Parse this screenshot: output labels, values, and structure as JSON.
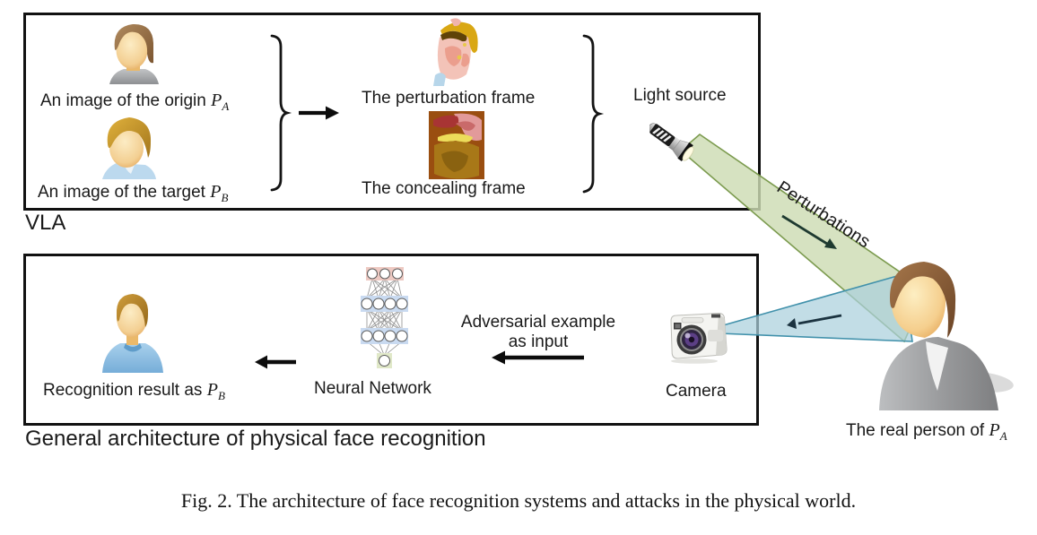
{
  "vla_box": {
    "tag": "VLA",
    "origin_caption": {
      "prefix": "An image of the origin ",
      "var": "P",
      "sub": "A"
    },
    "target_caption": {
      "prefix": "An image of the target ",
      "var": "P",
      "sub": "B"
    },
    "perturbation_caption": "The perturbation frame",
    "concealing_caption": "The concealing frame",
    "light_source_label": "Light source"
  },
  "attack": {
    "perturbations_label": "Perturbations"
  },
  "recognition_box": {
    "tag": "General architecture of physical face recognition",
    "result_caption": {
      "prefix": "Recognition result as ",
      "var": "P",
      "sub": "B"
    },
    "nn_label": "Neural Network",
    "adversarial_caption": {
      "line1": "Adversarial example",
      "line2": "as input"
    },
    "camera_label": "Camera"
  },
  "real_person_caption": {
    "prefix": "The real person of ",
    "var": "P",
    "sub": "A"
  },
  "figure_caption": "Fig. 2. The architecture of face recognition systems and attacks in the physical world.",
  "colors": {
    "light_beam_fill": "#cddcb3",
    "light_beam_edge": "#7c9b4f",
    "camera_beam_fill": "#abd0dc",
    "camera_beam_edge": "#4191ab",
    "box_border": "#111111"
  },
  "icon_names": [
    "origin-face-icon",
    "target-face-icon",
    "perturbation-frame-image",
    "concealing-frame-image",
    "flashlight-icon",
    "light-beam",
    "camera-beam",
    "right-arrow-icon",
    "left-arrow-icon",
    "brace-icon",
    "neural-network-icon",
    "camera-icon",
    "result-person-icon",
    "real-person-icon"
  ]
}
